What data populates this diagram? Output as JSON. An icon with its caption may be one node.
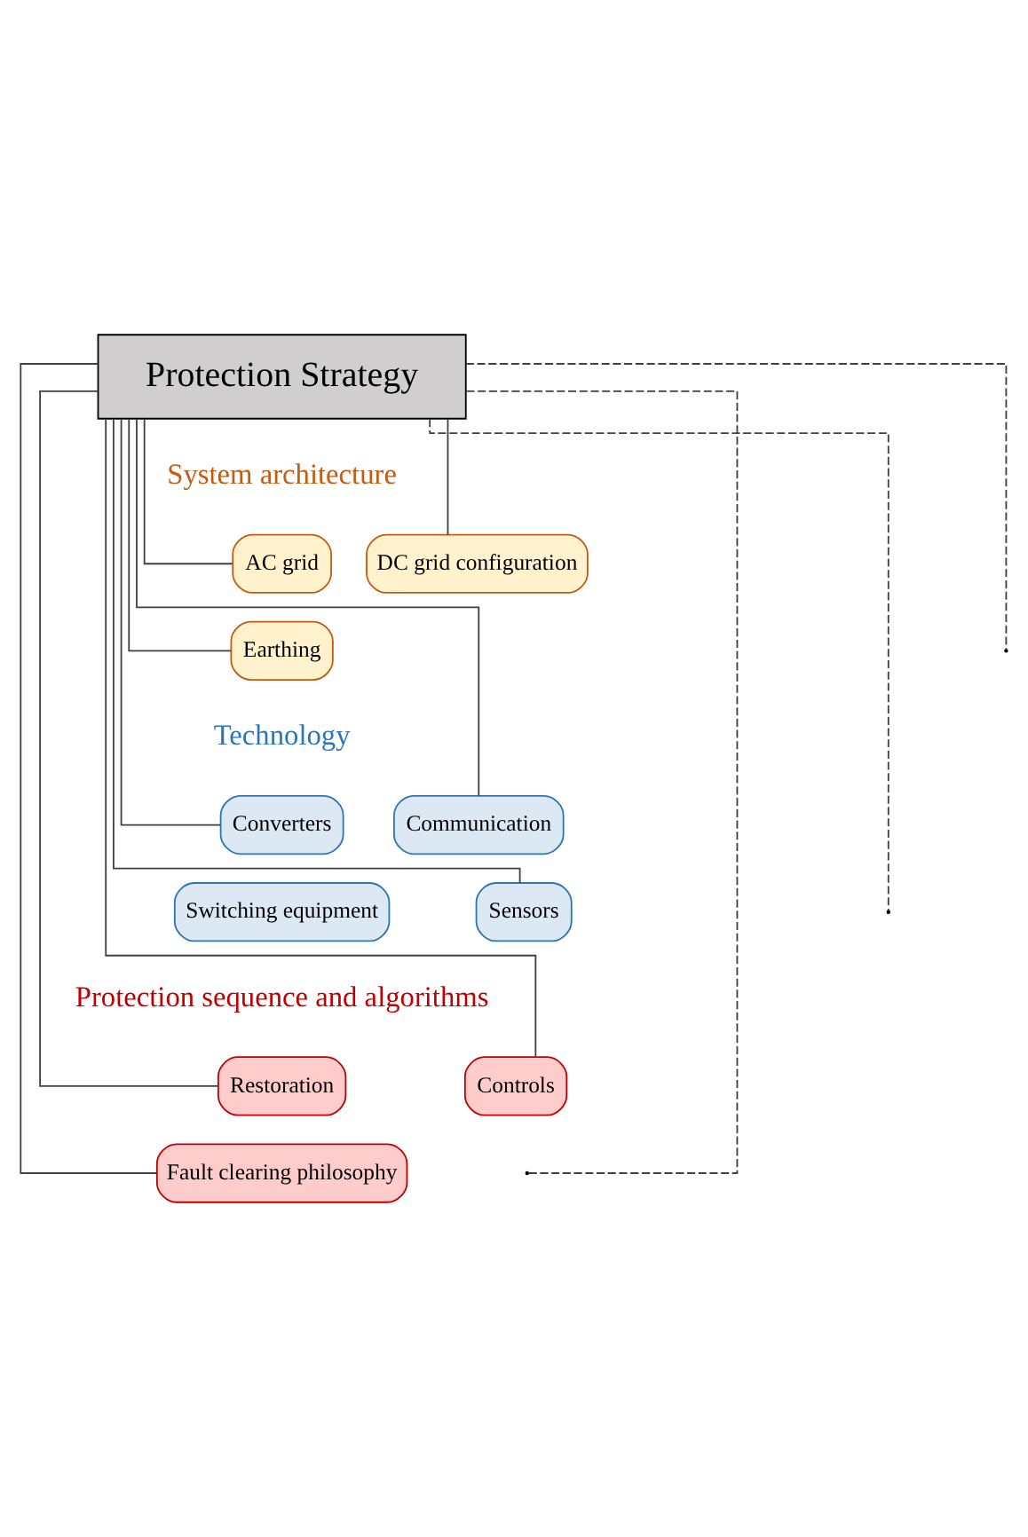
{
  "diagram": {
    "nodes": [
      {
        "text": [
          "Protection Strategy"
        ]
      },
      {
        "text": [
          "AC grid"
        ]
      },
      {
        "text": [
          "DC grid configuration"
        ]
      },
      {
        "text": [
          "Earthing"
        ]
      },
      {
        "text": [
          "Converters"
        ]
      },
      {
        "text": [
          "Communication"
        ]
      },
      {
        "text": [
          "Switching equipment"
        ]
      },
      {
        "text": [
          "Sensors"
        ]
      },
      {
        "text": [
          "Restoration"
        ]
      },
      {
        "text": [
          "Controls"
        ]
      },
      {
        "text": [
          "Fault clearing philosophy"
        ]
      }
    ],
    "edges": [
      {
        "from": 0,
        "to": 1,
        "arrow": "none"
      },
      {
        "from": 0,
        "to": 2,
        "arrow": "none"
      },
      {
        "from": 0,
        "to": 3,
        "arrow": "none"
      },
      {
        "from": 0,
        "to": null,
        "arrow": "none",
        "style": "dashed"
      },
      {
        "from": 0,
        "to": 4,
        "arrow": "none"
      },
      {
        "from": 0,
        "to": 5,
        "arrow": "none"
      },
      {
        "from": 0,
        "to": 7,
        "arrow": "none"
      },
      {
        "from": 0,
        "to": null,
        "arrow": "none",
        "style": "dashed"
      },
      {
        "from": 0,
        "to": 8,
        "arrow": "none"
      },
      {
        "from": 0,
        "to": 9,
        "arrow": "none"
      },
      {
        "from": 0,
        "to": 10,
        "arrow": "none"
      },
      {
        "from": 0,
        "to": null,
        "arrow": "none",
        "style": "dashed"
      }
    ],
    "labels": [
      "System architecture",
      "Technology",
      "Protection sequence and algorithms"
    ]
  }
}
